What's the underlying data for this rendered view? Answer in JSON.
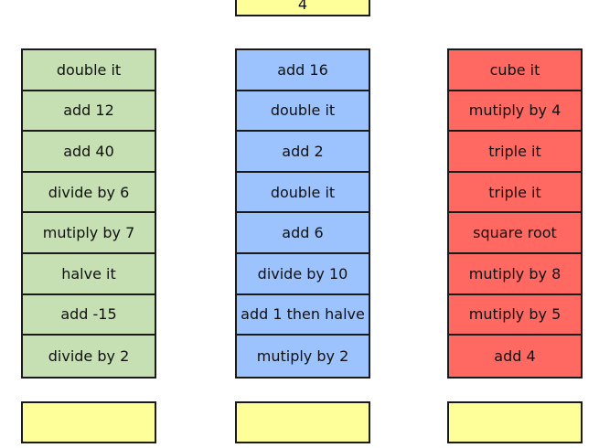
{
  "start_box": {
    "value": "4"
  },
  "columns": [
    {
      "color": "#c6e0b4",
      "steps": [
        "double it",
        "add 12",
        "add 40",
        "divide by 6",
        "mutiply by 7",
        "halve it",
        "add -15",
        "divide by 2"
      ]
    },
    {
      "color": "#9dc3ff",
      "steps": [
        "add 16",
        "double it",
        "add 2",
        "double it",
        "add 6",
        "divide by 10",
        "add 1 then halve",
        "mutiply by 2"
      ]
    },
    {
      "color": "#ff6961",
      "steps": [
        "cube it",
        "mutiply by 4",
        "triple it",
        "triple it",
        "square root",
        "mutiply by 8",
        "mutiply by 5",
        "add 4"
      ]
    }
  ],
  "answer_box_color": "#ffff99"
}
